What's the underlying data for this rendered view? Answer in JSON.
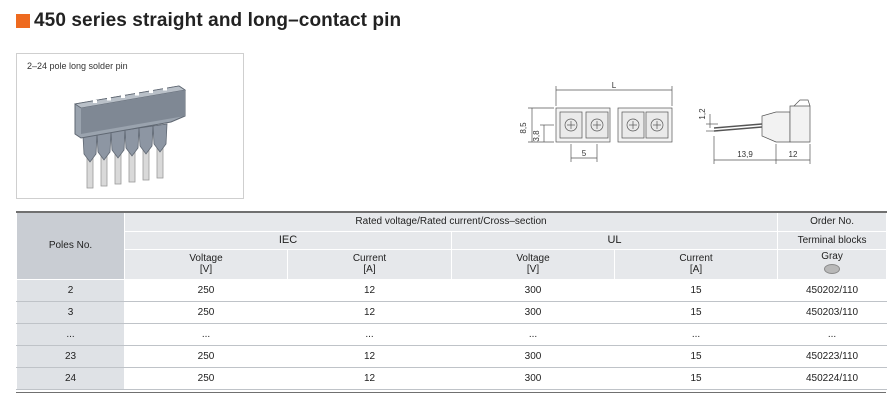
{
  "title": "450 series straight and long–contact pin",
  "accent_color": "#ee6a1f",
  "photo": {
    "caption": "2–24 pole long solder pin"
  },
  "drawing": {
    "dim_L": "L",
    "dim_1_2": "1,2",
    "dim_8_5": "8,5",
    "dim_3_8": "3,8",
    "dim_5": "5",
    "dim_13_9": "13,9",
    "dim_12": "12"
  },
  "table": {
    "poles_header": "Poles No.",
    "rated_header": "Rated voltage/Rated current/Cross–section",
    "order_header": "Order No.",
    "iec": "IEC",
    "ul": "UL",
    "terminal_blocks": "Terminal blocks",
    "voltage": "Voltage",
    "current": "Current",
    "unit_v": "[V]",
    "unit_a": "[A]",
    "gray": "Gray",
    "rows": [
      {
        "poles": "2",
        "iec_v": "250",
        "iec_a": "12",
        "ul_v": "300",
        "ul_a": "15",
        "order": "450202/110"
      },
      {
        "poles": "3",
        "iec_v": "250",
        "iec_a": "12",
        "ul_v": "300",
        "ul_a": "15",
        "order": "450203/110"
      },
      {
        "poles": "...",
        "iec_v": "...",
        "iec_a": "...",
        "ul_v": "...",
        "ul_a": "...",
        "order": "..."
      },
      {
        "poles": "23",
        "iec_v": "250",
        "iec_a": "12",
        "ul_v": "300",
        "ul_a": "15",
        "order": "450223/110"
      },
      {
        "poles": "24",
        "iec_v": "250",
        "iec_a": "12",
        "ul_v": "300",
        "ul_a": "15",
        "order": "450224/110"
      }
    ]
  }
}
